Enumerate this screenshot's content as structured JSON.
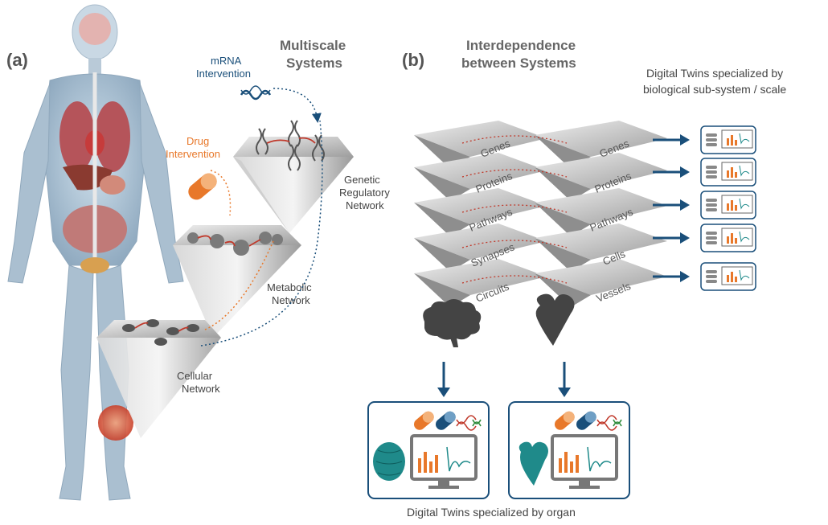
{
  "panel_a": {
    "label": "(a)",
    "heading_line1": "Multiscale",
    "heading_line2": "Systems",
    "mrna_line1": "mRNA",
    "mrna_line2": "Intervention",
    "drug_line1": "Drug",
    "drug_line2": "Intervention",
    "genetic_line1": "Genetic",
    "genetic_line2": "Regulatory",
    "genetic_line3": "Network",
    "metabolic_line1": "Metabolic",
    "metabolic_line2": "Network",
    "cellular_line1": "Cellular",
    "cellular_line2": "Network"
  },
  "panel_b": {
    "label": "(b)",
    "heading_line1": "Interdependence",
    "heading_line2": "between Systems",
    "right_heading_line1": "Digital Twins specialized by",
    "right_heading_line2": "biological sub-system / scale",
    "brain_layers": [
      "Genes",
      "Proteins",
      "Pathways",
      "Synapses",
      "Circuits"
    ],
    "heart_layers": [
      "Genes",
      "Proteins",
      "Pathways",
      "Cells",
      "Vessels"
    ],
    "bottom_caption": "Digital Twins specialized by organ"
  },
  "colors": {
    "accent_blue": "#1a4f7a",
    "drug_orange": "#e8782a",
    "dna_red": "#c0392b",
    "dna_green": "#2e8b3a",
    "teal": "#1f8a8a"
  }
}
